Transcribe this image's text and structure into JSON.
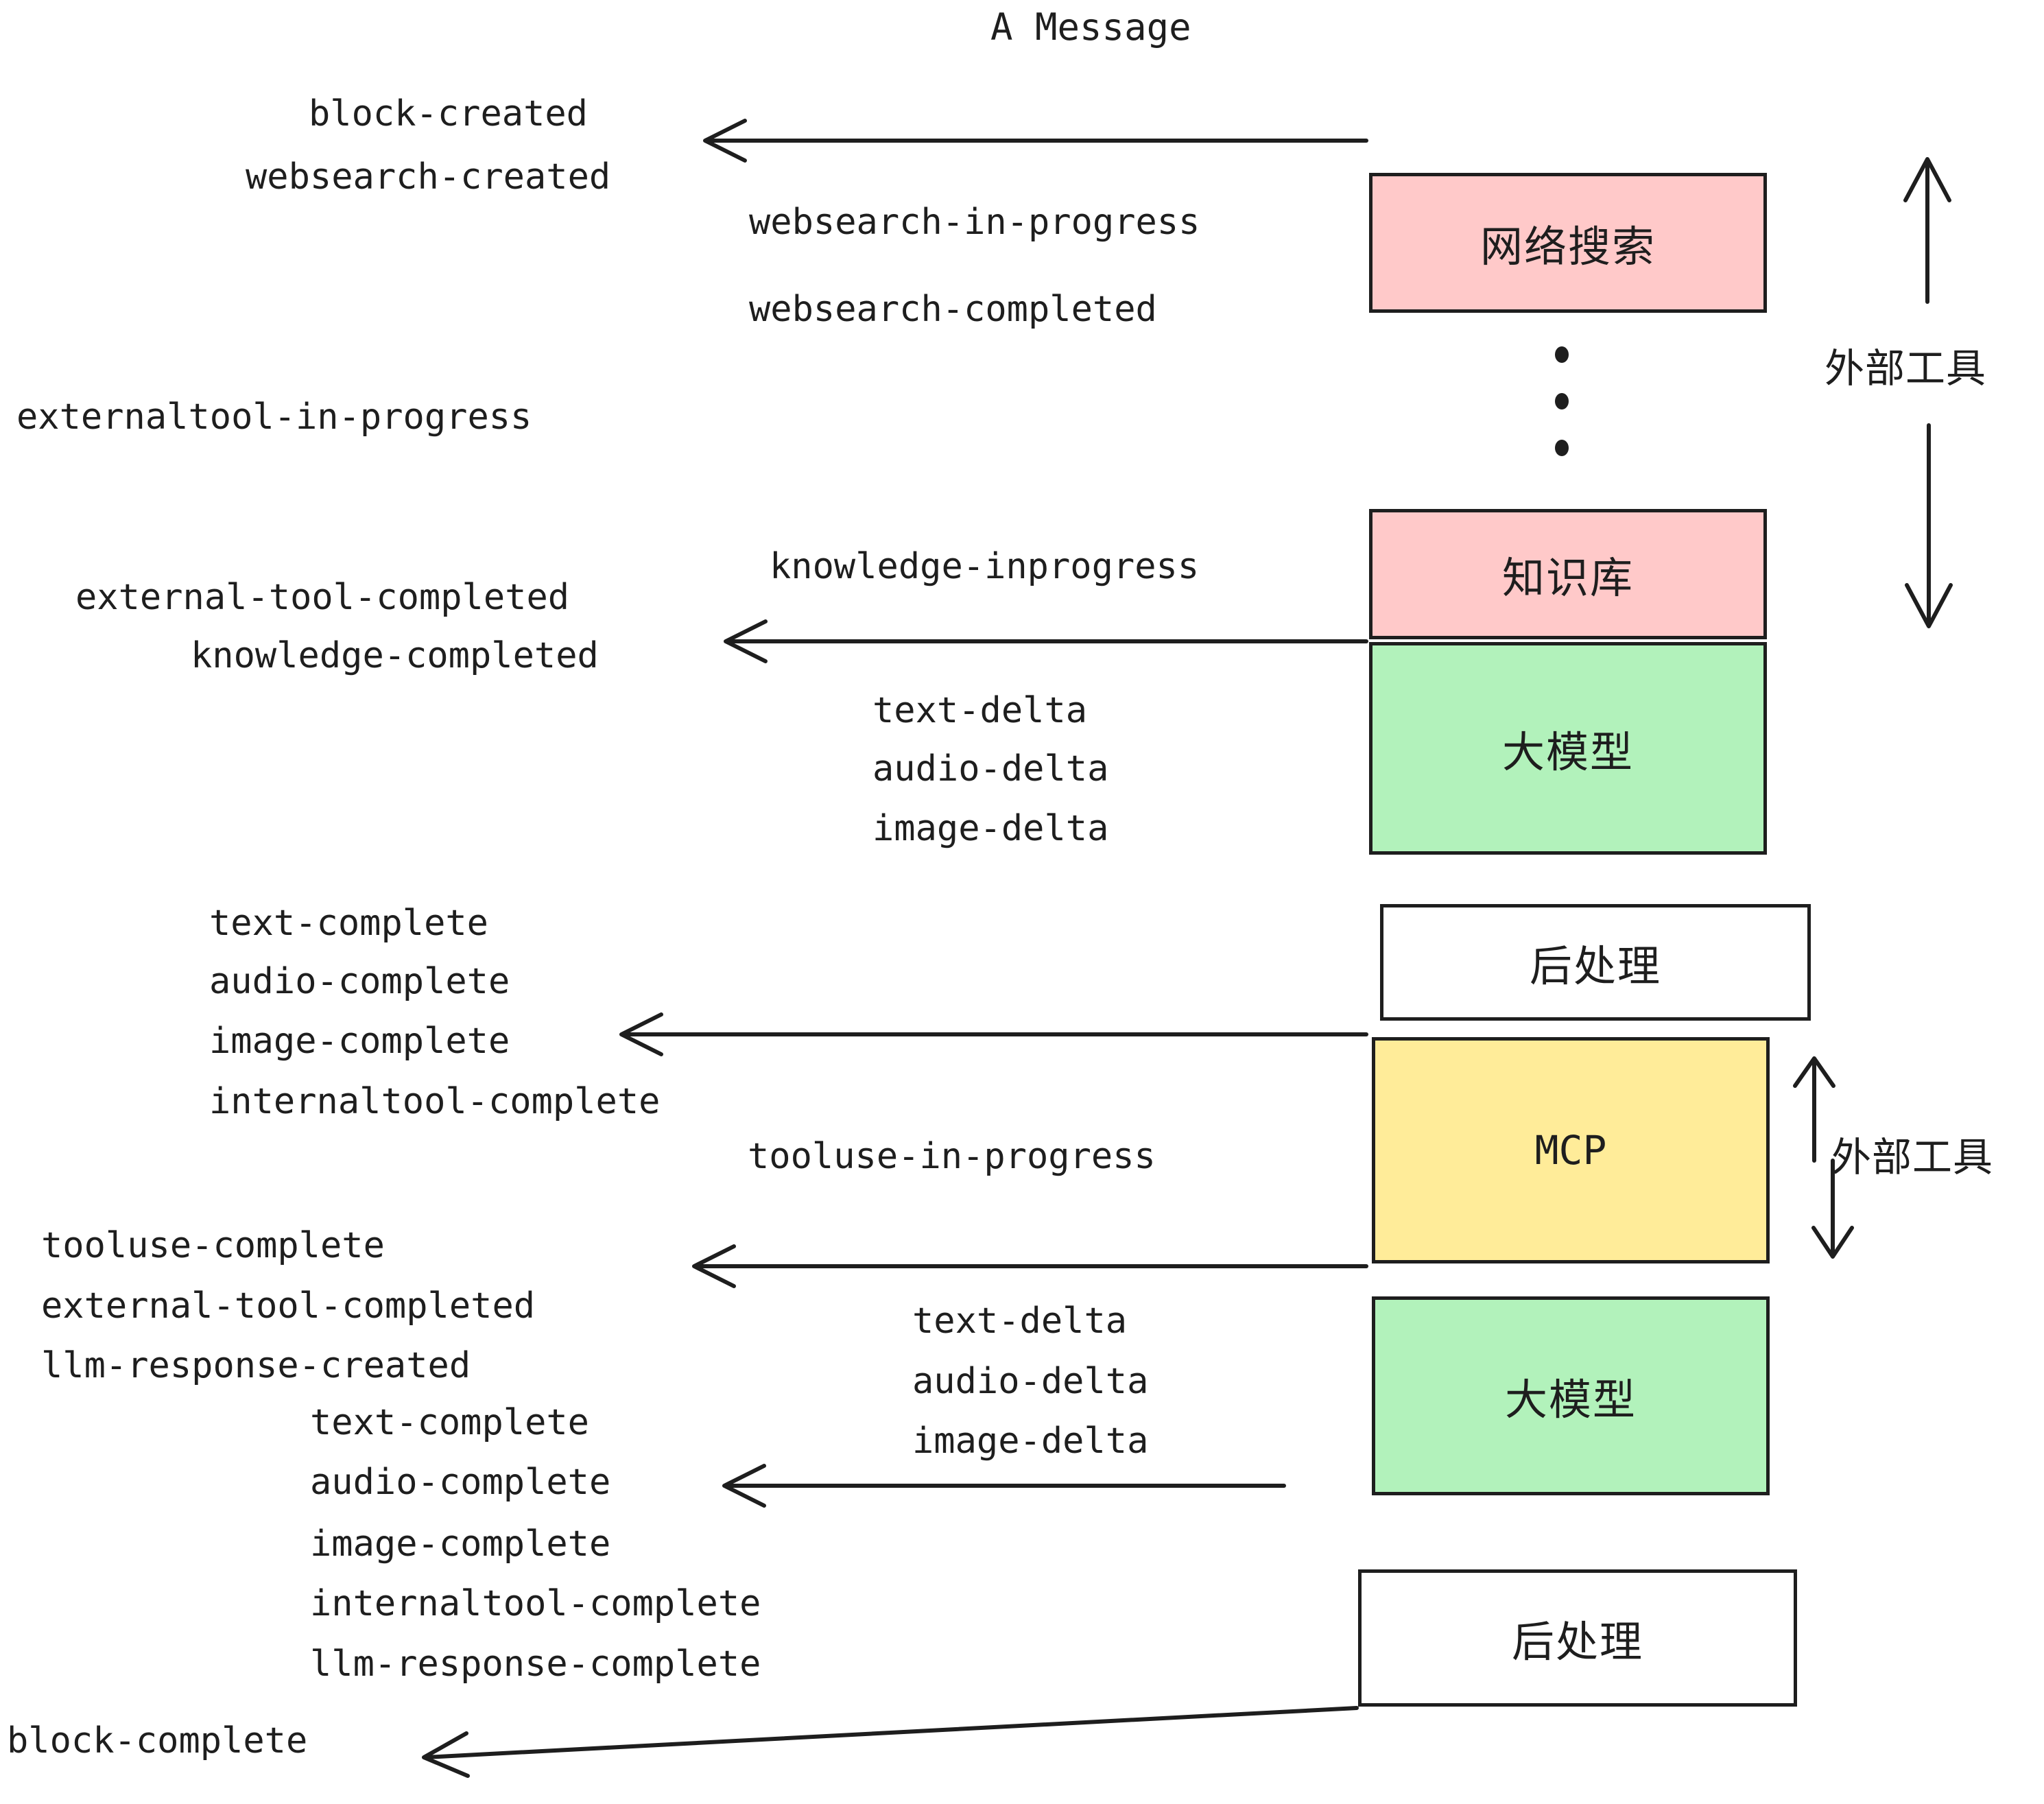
{
  "title": "A Message",
  "colors": {
    "stroke": "#1e1e1e",
    "pink": "#ffc9c9",
    "green": "#b2f2bb",
    "yellow": "#ffec99",
    "white": "#ffffff",
    "background": "#ffffff"
  },
  "boxes": [
    {
      "id": "websearch",
      "label": "网络搜索",
      "fill": "#ffc9c9"
    },
    {
      "id": "knowledge",
      "label": "知识库",
      "fill": "#ffc9c9"
    },
    {
      "id": "llm-1",
      "label": "大模型",
      "fill": "#b2f2bb"
    },
    {
      "id": "postprocess-1",
      "label": "后处理",
      "fill": "#ffffff"
    },
    {
      "id": "mcp",
      "label": "MCP",
      "fill": "#ffec99"
    },
    {
      "id": "llm-2",
      "label": "大模型",
      "fill": "#b2f2bb"
    },
    {
      "id": "postprocess-2",
      "label": "后处理",
      "fill": "#ffffff"
    }
  ],
  "side_labels": [
    {
      "id": "external-tool-top",
      "text": "外部工具"
    },
    {
      "id": "external-tool-bottom",
      "text": "外部工具"
    }
  ],
  "events": [
    {
      "id": "block-created",
      "text": "block-created"
    },
    {
      "id": "websearch-created",
      "text": "websearch-created"
    },
    {
      "id": "websearch-in-progress",
      "text": "websearch-in-progress"
    },
    {
      "id": "websearch-completed",
      "text": "websearch-completed"
    },
    {
      "id": "externaltool-in-progress",
      "text": "externaltool-in-progress"
    },
    {
      "id": "knowledge-inprogress",
      "text": "knowledge-inprogress"
    },
    {
      "id": "external-tool-completed-1",
      "text": "external-tool-completed"
    },
    {
      "id": "knowledge-completed",
      "text": "knowledge-completed"
    },
    {
      "id": "text-delta-1",
      "text": "text-delta"
    },
    {
      "id": "audio-delta-1",
      "text": "audio-delta"
    },
    {
      "id": "image-delta-1",
      "text": "image-delta"
    },
    {
      "id": "text-complete-1",
      "text": "text-complete"
    },
    {
      "id": "audio-complete-1",
      "text": "audio-complete"
    },
    {
      "id": "image-complete-1",
      "text": "image-complete"
    },
    {
      "id": "internaltool-complete-1",
      "text": "internaltool-complete"
    },
    {
      "id": "tooluse-in-progress",
      "text": "tooluse-in-progress"
    },
    {
      "id": "tooluse-complete",
      "text": "tooluse-complete"
    },
    {
      "id": "external-tool-completed-2",
      "text": "external-tool-completed"
    },
    {
      "id": "llm-response-created",
      "text": "llm-response-created"
    },
    {
      "id": "text-complete-2",
      "text": "text-complete"
    },
    {
      "id": "audio-complete-2",
      "text": "audio-complete"
    },
    {
      "id": "image-complete-2",
      "text": "image-complete"
    },
    {
      "id": "internaltool-complete-2",
      "text": "internaltool-complete"
    },
    {
      "id": "llm-response-complete",
      "text": "llm-response-complete"
    },
    {
      "id": "block-complete",
      "text": "block-complete"
    },
    {
      "id": "text-delta-2",
      "text": "text-delta"
    },
    {
      "id": "audio-delta-2",
      "text": "audio-delta"
    },
    {
      "id": "image-delta-2",
      "text": "image-delta"
    }
  ],
  "ellipsis": {
    "id": "vertical-ellipsis",
    "dot_count": 3
  }
}
